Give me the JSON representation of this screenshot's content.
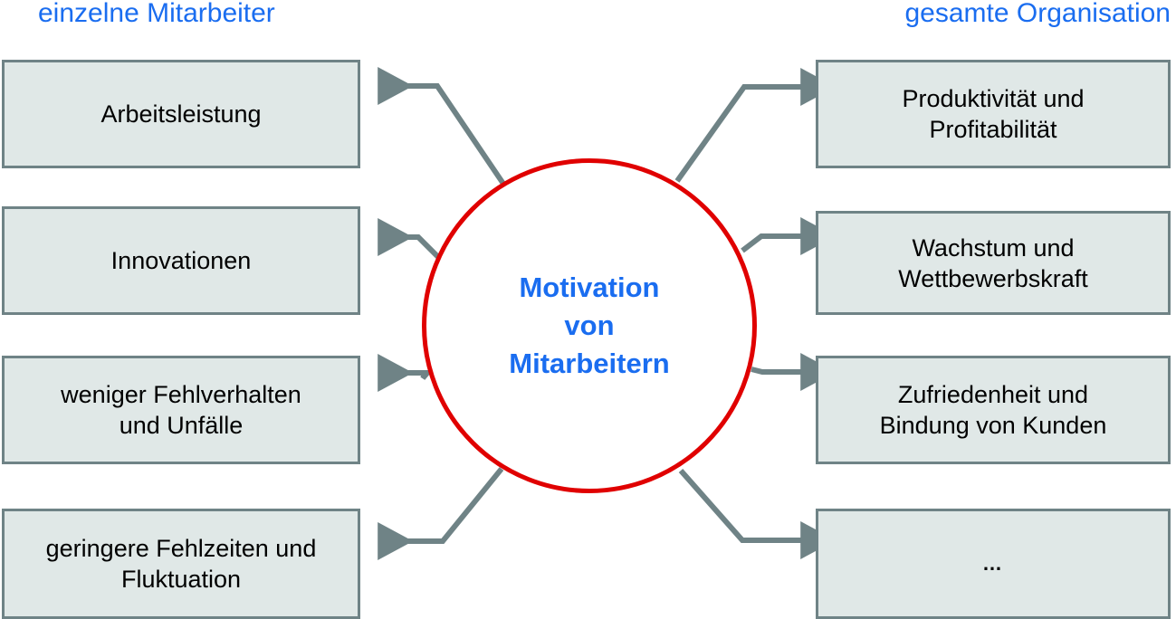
{
  "diagram": {
    "title_left": "einzelne Mitarbeiter",
    "title_right": "gesamte Organisation",
    "center": {
      "label": "Motivation\nvon\nMitarbeitern",
      "shape": "circle",
      "border_color": "#e00000",
      "text_color": "#1a6df0"
    },
    "colors": {
      "box_fill": "#e0e8e7",
      "box_border": "#6f8386",
      "connector": "#6f8386",
      "header_text": "#1a6df0",
      "circle_border": "#e00000",
      "body_text": "#000000",
      "background": "#ffffff"
    },
    "left_nodes": [
      {
        "label": "Arbeitsleistung"
      },
      {
        "label": "Innovationen"
      },
      {
        "label": "weniger Fehlverhalten\nund Unfälle"
      },
      {
        "label": "geringere Fehlzeiten und\nFluktuation"
      }
    ],
    "right_nodes": [
      {
        "label": "Produktivität und\nProfitabilität"
      },
      {
        "label": "Wachstum und\nWettbewerbskraft"
      },
      {
        "label": "Zufriedenheit und\nBindung von Kunden"
      },
      {
        "label": "…"
      }
    ]
  }
}
